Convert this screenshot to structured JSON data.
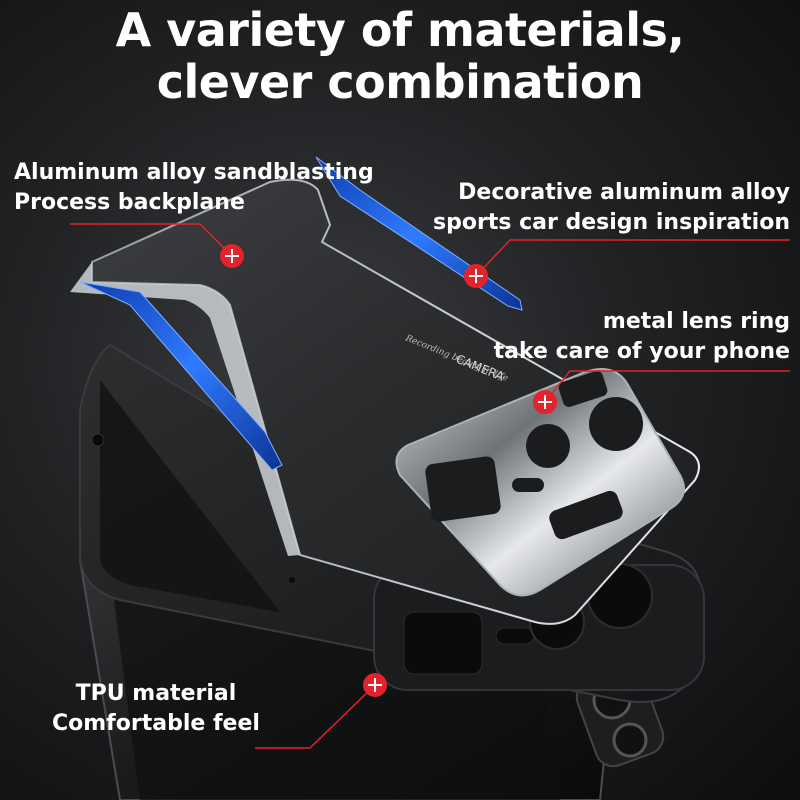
{
  "headline": {
    "line1": "A variety of materials,",
    "line2": "clever combination"
  },
  "callouts": [
    {
      "line1": "Aluminum alloy sandblasting",
      "line2": "Process backplane"
    },
    {
      "line1": "Decorative aluminum alloy",
      "line2": "sports car design inspiration"
    },
    {
      "line1": "metal lens ring",
      "line2": "take care of your phone"
    },
    {
      "line1": "TPU material",
      "line2": "Comfortable feel"
    }
  ],
  "backplate_print": {
    "line1": "CAMERA",
    "line2": "Recording beauty in life"
  },
  "colors": {
    "accent_red": "#e3232b",
    "blue_stripe": "#1c5fe0",
    "text": "#ffffff"
  }
}
